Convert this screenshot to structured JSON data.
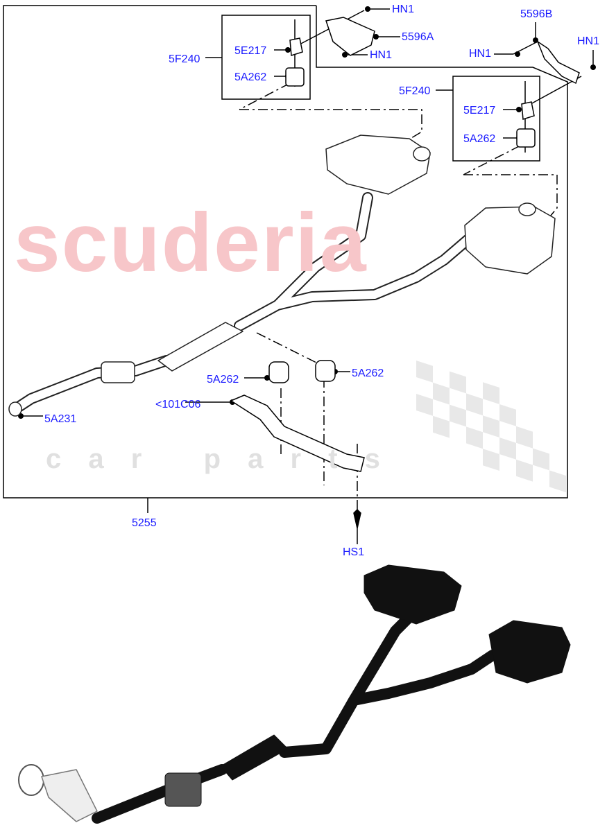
{
  "watermark": {
    "brand": "scuderia",
    "tagline": "c a r   p a r t s"
  },
  "colors": {
    "callout_text": "#1a1aff",
    "line": "#000000",
    "watermark_brand": "#f7c6c9",
    "watermark_tagline": "#e6e6e6"
  },
  "callouts": [
    {
      "text": "HN1"
    },
    {
      "text": "5596A"
    },
    {
      "text": "HN1"
    },
    {
      "text": "5596B"
    },
    {
      "text": "HN1"
    },
    {
      "text": "HN1"
    },
    {
      "text": "5F240"
    },
    {
      "text": "5E217"
    },
    {
      "text": "5A262"
    },
    {
      "text": "5F240"
    },
    {
      "text": "5E217"
    },
    {
      "text": "5A262"
    },
    {
      "text": "5A262"
    },
    {
      "text": "5A262"
    },
    {
      "text": "<101C06"
    },
    {
      "text": "5A231"
    },
    {
      "text": "5255"
    },
    {
      "text": "HS1"
    }
  ]
}
